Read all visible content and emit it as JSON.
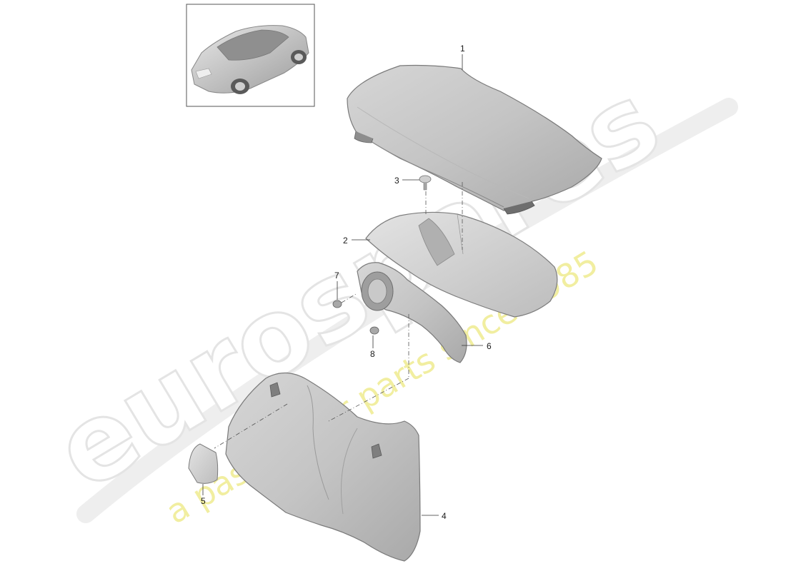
{
  "diagram": {
    "callouts": [
      {
        "id": "1",
        "label": "1"
      },
      {
        "id": "2",
        "label": "2"
      },
      {
        "id": "3",
        "label": "3"
      },
      {
        "id": "4",
        "label": "4"
      },
      {
        "id": "5",
        "label": "5"
      },
      {
        "id": "6",
        "label": "6"
      },
      {
        "id": "7",
        "label": "7"
      },
      {
        "id": "8",
        "label": "8"
      }
    ]
  },
  "watermark": {
    "brand": "eurospares",
    "tagline": "a passion for parts since 1985",
    "brand_color": "#e8e8e8",
    "tagline_color": "#f3f0a8"
  },
  "thumbnail": {
    "icon": "car-icon"
  }
}
